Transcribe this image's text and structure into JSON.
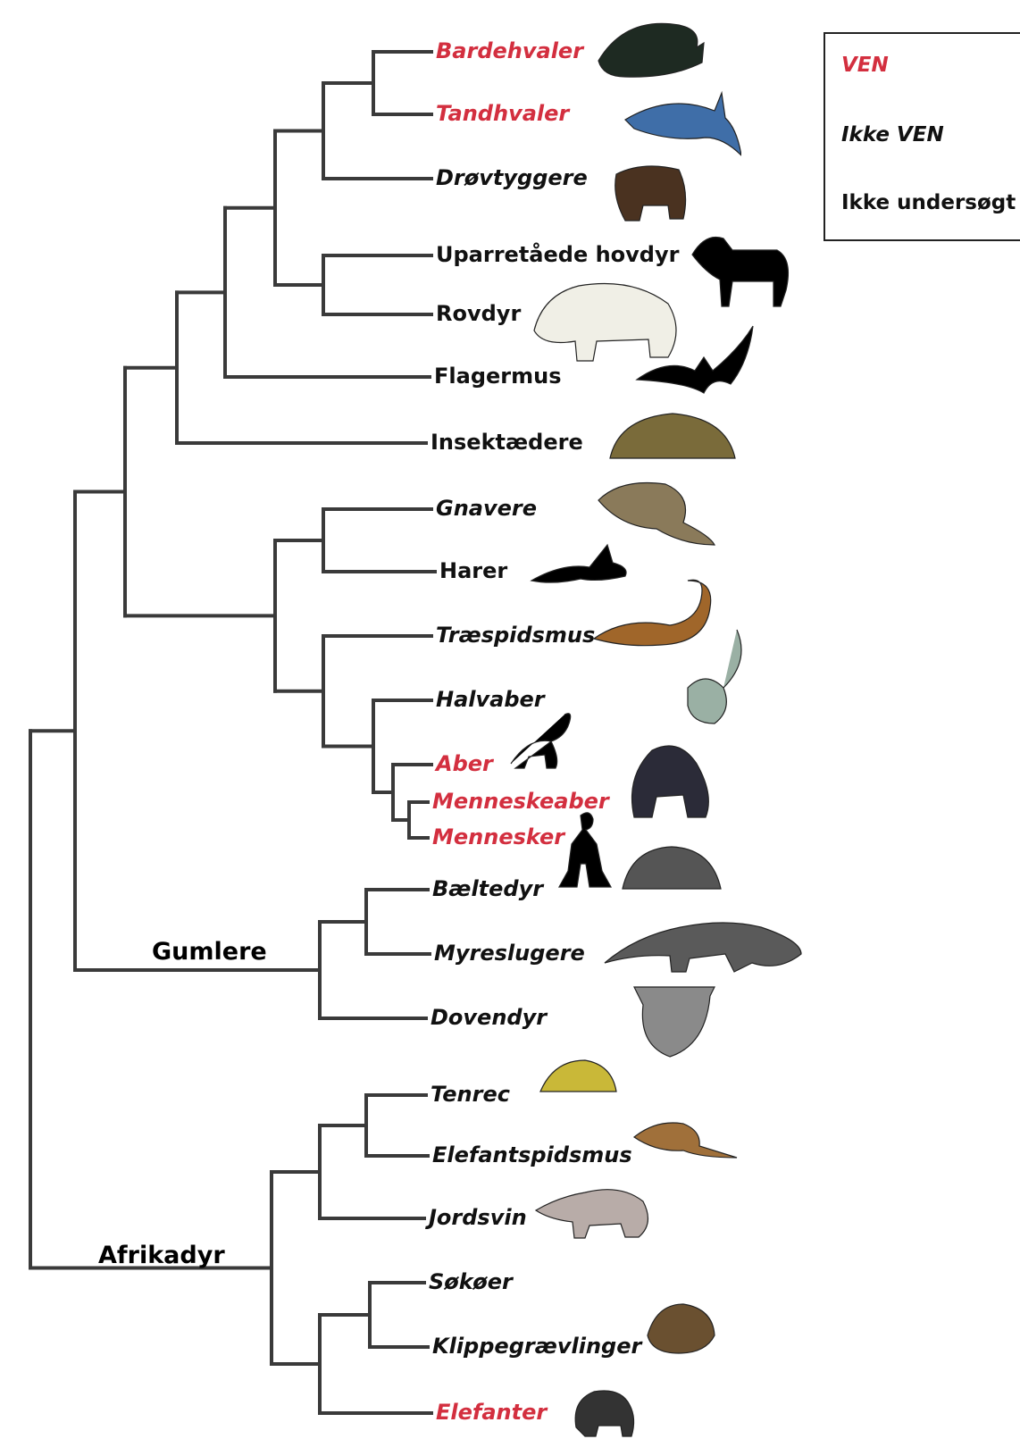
{
  "colors": {
    "ven": "#d32f3f",
    "not_ven": "#111111",
    "line": "#3a3a3a"
  },
  "legend": {
    "ven": "VEN",
    "not_ven": "Ikke VEN",
    "not_examined": "Ikke undersøgt"
  },
  "groups": {
    "gumlere": "Gumlere",
    "afrikadyr": "Afrikadyr"
  },
  "taxa": [
    {
      "label": "Bardehvaler",
      "status": "VEN",
      "italic": true,
      "icon": "whale-icon"
    },
    {
      "label": "Tandhvaler",
      "status": "VEN",
      "italic": true,
      "icon": "dolphin-icon"
    },
    {
      "label": "Drøvtyggere",
      "status": "Ikke VEN",
      "italic": true,
      "icon": "musk-ox-icon"
    },
    {
      "label": "Uparretåede hovdyr",
      "status": "Ikke undersøgt",
      "italic": false,
      "icon": "horse-icon"
    },
    {
      "label": "Rovdyr",
      "status": "Ikke undersøgt",
      "italic": false,
      "icon": "polar-bear-icon"
    },
    {
      "label": "Flagermus",
      "status": "Ikke undersøgt",
      "italic": false,
      "icon": "bat-icon"
    },
    {
      "label": "Insektædere",
      "status": "Ikke undersøgt",
      "italic": false,
      "icon": "hedgehog-icon"
    },
    {
      "label": "Gnavere",
      "status": "Ikke VEN",
      "italic": true,
      "icon": "mouse-icon"
    },
    {
      "label": "Harer",
      "status": "Ikke undersøgt",
      "italic": false,
      "icon": "hare-icon"
    },
    {
      "label": "Træspidsmus",
      "status": "Ikke VEN",
      "italic": true,
      "icon": "treeshrew-icon"
    },
    {
      "label": "Halvaber",
      "status": "Ikke VEN",
      "italic": true,
      "icon": "lemur-icon"
    },
    {
      "label": "Aber",
      "status": "VEN",
      "italic": true,
      "icon": "monkey-icon"
    },
    {
      "label": "Menneskeaber",
      "status": "VEN",
      "italic": true,
      "icon": "gorilla-icon"
    },
    {
      "label": "Mennesker",
      "status": "VEN",
      "italic": true,
      "icon": "human-icon"
    },
    {
      "label": "Bæltedyr",
      "status": "Ikke VEN",
      "italic": true,
      "icon": "armadillo-icon"
    },
    {
      "label": "Myreslugere",
      "status": "Ikke VEN",
      "italic": true,
      "icon": "anteater-icon"
    },
    {
      "label": "Dovendyr",
      "status": "Ikke VEN",
      "italic": true,
      "icon": "sloth-icon"
    },
    {
      "label": "Tenrec",
      "status": "Ikke VEN",
      "italic": true,
      "icon": "tenrec-icon"
    },
    {
      "label": "Elefantspidsmus",
      "status": "Ikke VEN",
      "italic": true,
      "icon": "elephant-shrew-icon"
    },
    {
      "label": "Jordsvin",
      "status": "Ikke VEN",
      "italic": true,
      "icon": "aardvark-icon"
    },
    {
      "label": "Søkøer",
      "status": "Ikke VEN",
      "italic": true,
      "icon": "sea-cow-icon"
    },
    {
      "label": "Klippegrævlinger",
      "status": "Ikke VEN",
      "italic": true,
      "icon": "hyrax-icon"
    },
    {
      "label": "Elefanter",
      "status": "VEN",
      "italic": true,
      "icon": "elephant-icon"
    }
  ]
}
